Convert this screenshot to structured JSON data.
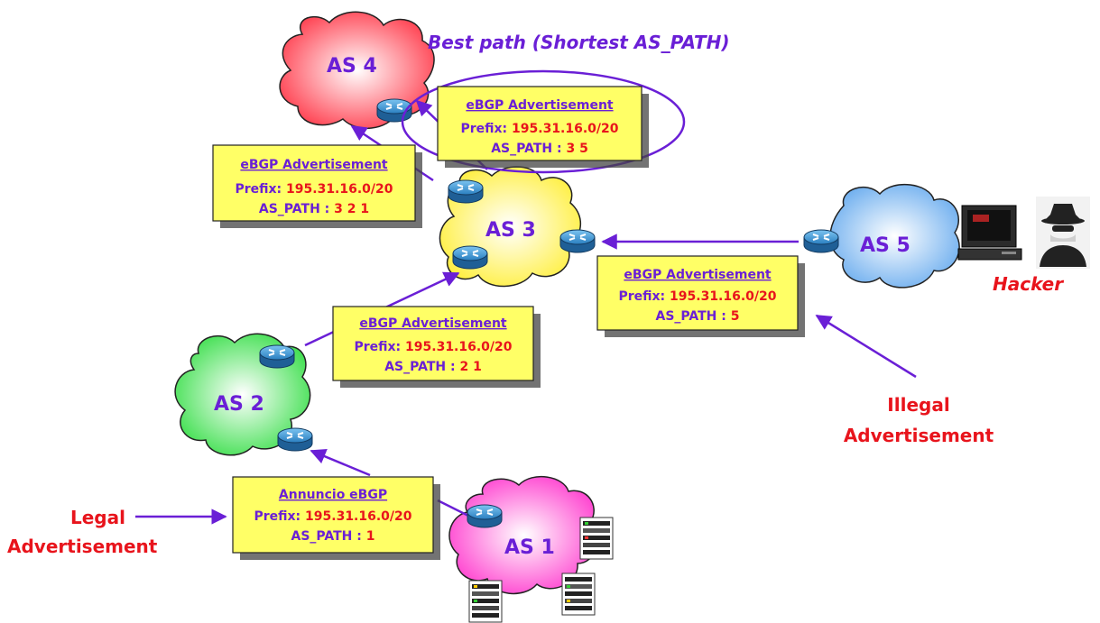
{
  "best_path_label": "Best path (Shortest AS_PATH)",
  "hacker_label": "Hacker",
  "legal_label": [
    "Legal",
    "Advertisement"
  ],
  "illegal_label": [
    "Illegal",
    "Advertisement"
  ],
  "as_names": {
    "as1": "AS 1",
    "as2": "AS 2",
    "as3": "AS 3",
    "as4": "AS 4",
    "as5": "AS 5"
  },
  "boxes": {
    "box_321": {
      "title": "eBGP Advertisement",
      "prefix_label": "Prefix:",
      "prefix": "195.31.16.0/20",
      "path_label": "AS_PATH :",
      "path": "3 2 1"
    },
    "box_35": {
      "title": "eBGP Advertisement",
      "prefix_label": "Prefix:",
      "prefix": "195.31.16.0/20",
      "path_label": "AS_PATH :",
      "path": "3 5"
    },
    "box_5": {
      "title": "eBGP Advertisement",
      "prefix_label": "Prefix:",
      "prefix": "195.31.16.0/20",
      "path_label": "AS_PATH :",
      "path": "5"
    },
    "box_21": {
      "title": "eBGP Advertisement",
      "prefix_label": "Prefix:",
      "prefix": "195.31.16.0/20",
      "path_label": "AS_PATH :",
      "path": "2 1"
    },
    "box_1": {
      "title": "Annuncio eBGP",
      "prefix_label": "Prefix:",
      "prefix": "195.31.16.0/20",
      "path_label": "AS_PATH :",
      "path": "1"
    }
  },
  "colors": {
    "text_purple": "#6a1fd6",
    "text_red": "#e8141c",
    "box_yellow": "#ffff66",
    "router_blue": "#2a7fc0",
    "as1_magenta": "#ff33cc",
    "as2_green": "#33dd44",
    "as3_yellow": "#ffff55",
    "as4_red": "#ff5566",
    "as5_blue": "#66aaee"
  }
}
